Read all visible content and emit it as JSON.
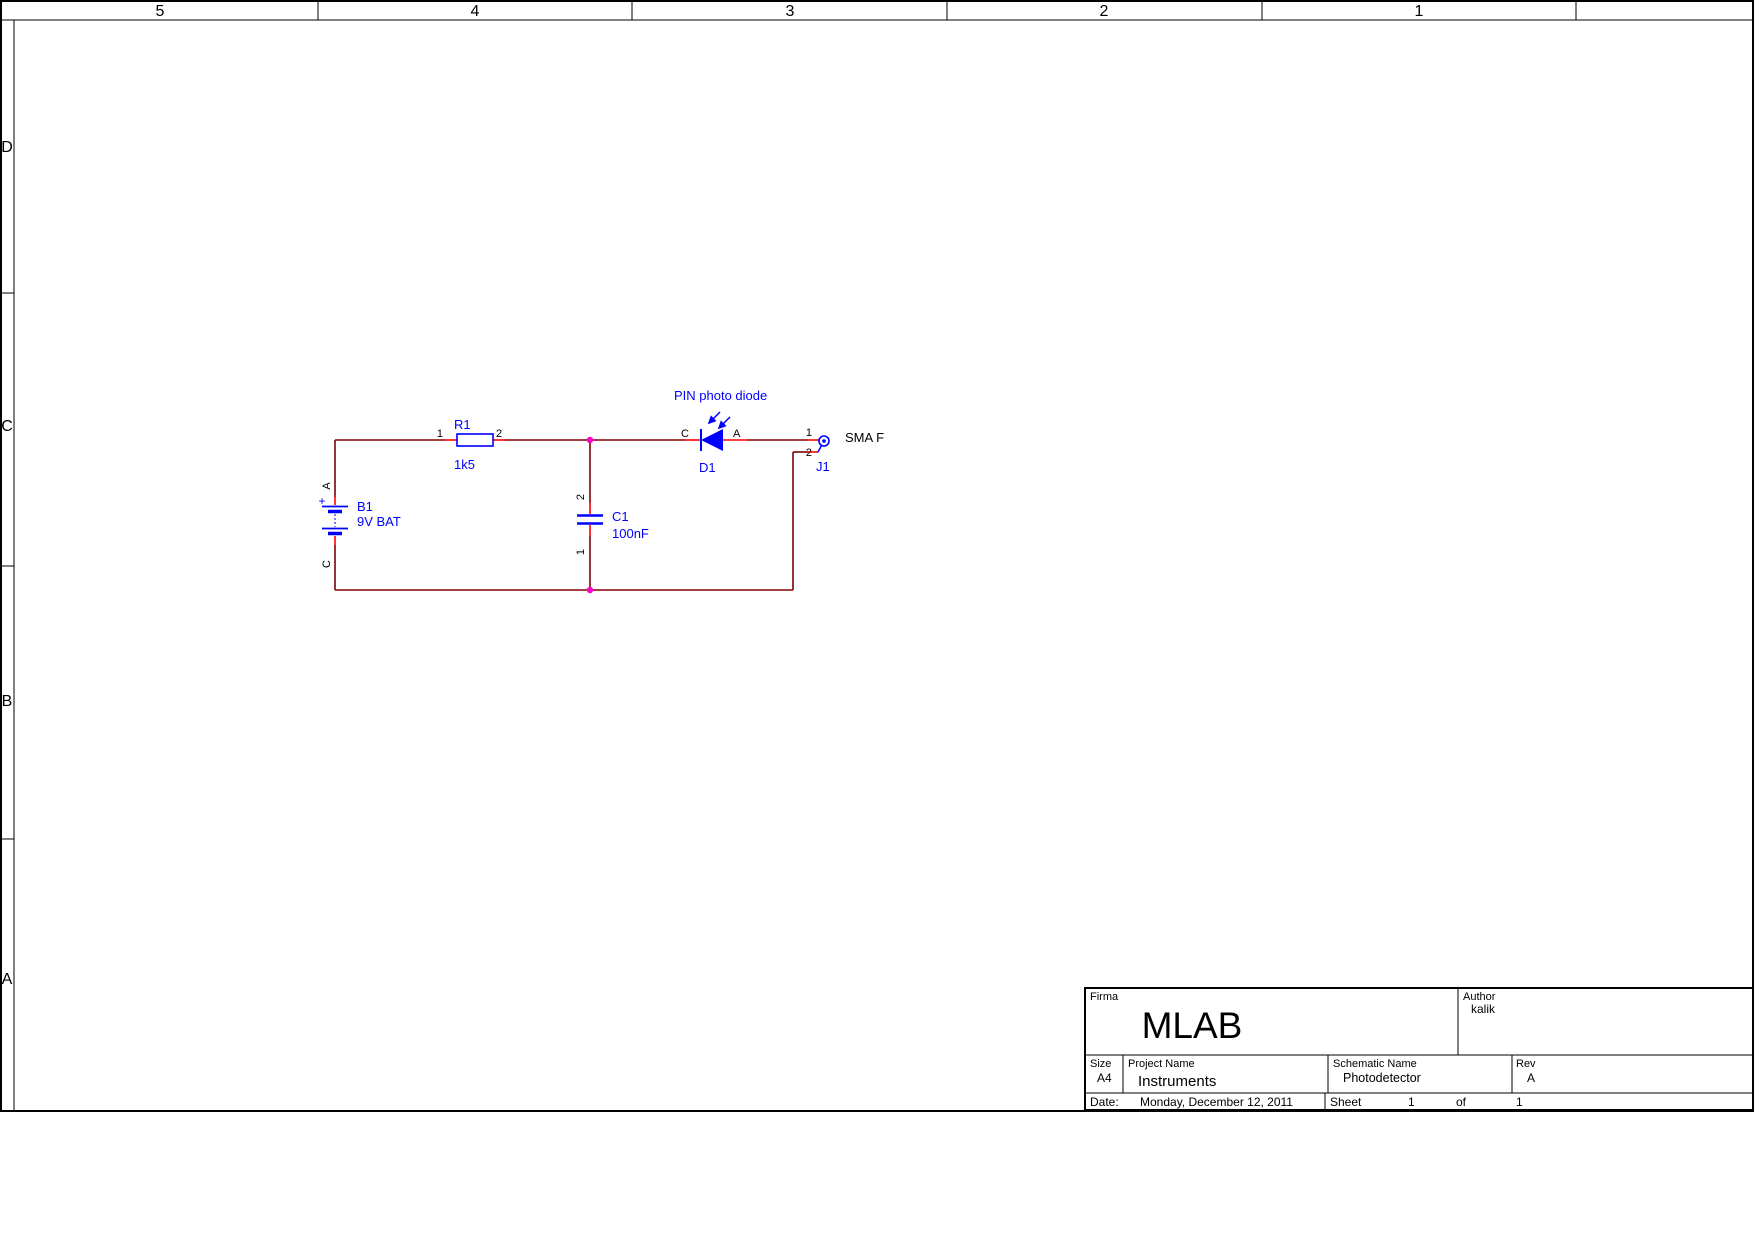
{
  "frame": {
    "columns": [
      "5",
      "4",
      "3",
      "2",
      "1"
    ],
    "rows": [
      "D",
      "C",
      "B",
      "A"
    ]
  },
  "schematic": {
    "battery": {
      "ref": "B1",
      "value": "9V BAT",
      "plus": "+",
      "pin_top": "A",
      "pin_bottom": "C"
    },
    "resistor": {
      "ref": "R1",
      "value": "1k5",
      "pin1": "1",
      "pin2": "2"
    },
    "capacitor": {
      "ref": "C1",
      "value": "100nF",
      "pin1": "1",
      "pin2": "2"
    },
    "photodiode": {
      "ref": "D1",
      "note": "PIN photo diode",
      "pin_c": "C",
      "pin_a": "A"
    },
    "connector": {
      "ref": "J1",
      "value": "SMA F",
      "pin1": "1",
      "pin2": "2"
    }
  },
  "title_block": {
    "firma_label": "Firma",
    "company": "MLAB",
    "author_label": "Author",
    "author": "kalik",
    "size_label": "Size",
    "size": "A4",
    "project_label": "Project Name",
    "project": "Instruments",
    "schematic_label": "Schematic Name",
    "schematic_name": "Photodetector",
    "rev_label": "Rev",
    "rev": "A",
    "date_label": "Date:",
    "date": "Monday, December 12, 2011",
    "sheet_label": "Sheet",
    "sheet": "1",
    "of_label": "of",
    "sheet_total": "1"
  },
  "colors": {
    "wire": "#800000",
    "pin": "#FF0000",
    "symbol": "#0000FF",
    "junction": "#FF00CC",
    "text_blue": "#0000FF",
    "text_black": "#000000"
  }
}
